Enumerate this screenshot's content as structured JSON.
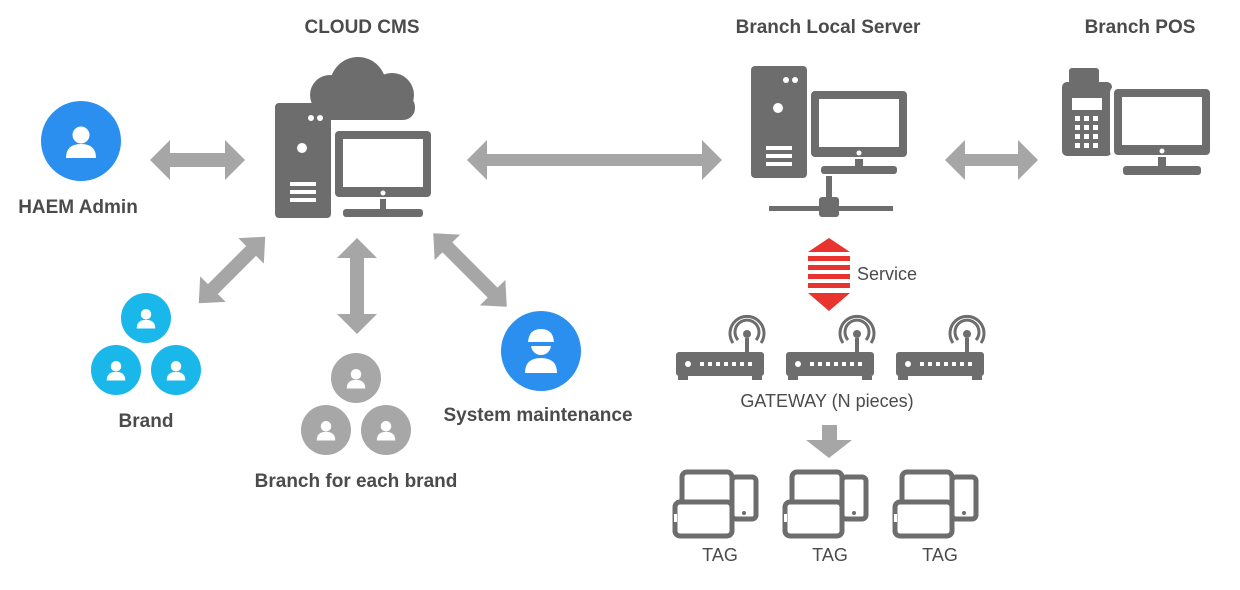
{
  "labels": {
    "cloud_cms": "CLOUD CMS",
    "branch_local_server": "Branch Local Server",
    "branch_pos": "Branch POS",
    "haem_admin": "HAEM Admin",
    "brand": "Brand",
    "branch_for_each_brand": "Branch for each brand",
    "system_maintenance": "System maintenance",
    "service": "Service",
    "gateway": "GATEWAY (N pieces)",
    "tags": [
      "TAG",
      "TAG",
      "TAG"
    ]
  },
  "colors": {
    "device_gray": "#6d6d6d",
    "arrow_gray": "#a6a6a6",
    "admin_blue": "#2b8ff0",
    "brand_cyan": "#19b7ea",
    "branch_gray": "#a7a7a7",
    "service_red": "#e8332f"
  },
  "icons": [
    "user-icon",
    "cloud-icon",
    "server-tower-icon",
    "monitor-icon",
    "network-icon",
    "pos-terminal-icon",
    "gateway-router-icon",
    "tablet-phone-icon",
    "double-arrow-icon"
  ]
}
